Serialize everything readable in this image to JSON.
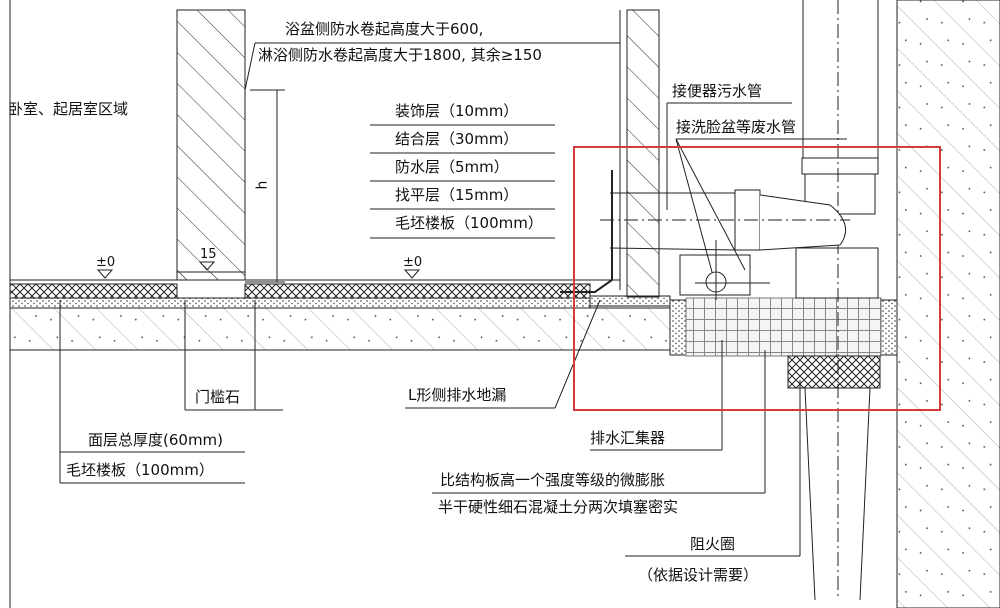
{
  "drawing": {
    "room_label": "卧室、起居室区域",
    "waterproof_note_line1": "浴盆侧防水卷起高度大于600,",
    "waterproof_note_line2": "淋浴侧防水卷起高度大于1800, 其余≥150",
    "height_marker": "h",
    "elevation_left": "±0",
    "elevation_threshold": "15",
    "elevation_bathroom": "±0",
    "layers": [
      "装饰层（10mm）",
      "结合层（30mm）",
      "防水层（5mm）",
      "找平层（15mm）",
      "毛坯楼板（100mm）"
    ],
    "toilet_pipe_label": "接便器污水管",
    "basin_pipe_label": "接洗脸盆等废水管",
    "threshold_label": "门槛石",
    "floor_drain_label": "L形侧排水地漏",
    "collector_label": "排水汇集器",
    "finish_thickness_label": "面层总厚度(60mm)",
    "slab_label": "毛坯楼板（100mm）",
    "fill_note_line1": "比结构板高一个强度等级的微膨胀",
    "fill_note_line2": "半干硬性细石混凝土分两次填塞密实",
    "fire_ring_label": "阻火圈",
    "fire_ring_note": "（依据设计需要）",
    "highlight_color": "#d83a3a"
  }
}
